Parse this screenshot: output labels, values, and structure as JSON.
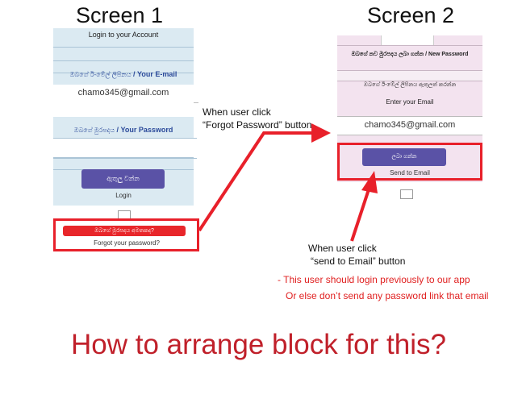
{
  "screen1": {
    "title": "Screen 1",
    "header": "Login to your Account",
    "email_label_si": "ඔබගේ ඊ-මේල් ලිපිනය",
    "email_label_en": " / Your E-mail",
    "email_value": "chamo345@gmail.com",
    "password_label_si": "ඔබගේ මුරපදය",
    "password_label_en": " / Your Password",
    "login_button_si": "ඇතුලු වන්න",
    "login_caption": "Login",
    "forgot_button_si": "ඔබගේ මුරපදය අමතකද?",
    "forgot_caption": "Forgot your password?"
  },
  "screen2": {
    "title": "Screen 2",
    "new_password_label": "ඔබගේ නව මුරපදය ලබා ගන්න / New Password",
    "enter_email_si": "ඔබගේ ඊ-මේල් ලිපිනය ඇතුලත් කරන්න",
    "enter_email_en": "Enter your Email",
    "email_value": "chamo345@gmail.com",
    "send_button_si": "ලබා ගන්න",
    "send_caption": "Send to Email"
  },
  "annotations": {
    "forgot_note_line1": "When user click",
    "forgot_note_line2": "“Forgot Password” button",
    "send_note_line1": "When user click",
    "send_note_line2": "“send to Email” button",
    "condition_line1": "- This user should login previously to our app",
    "condition_line2": "Or else don’t send any password link that email",
    "question": "How to arrange block for this?"
  },
  "colors": {
    "screen1_bg": "#dbeaf2",
    "screen2_bg": "#f3e3ef",
    "button_purple": "#5a52a6",
    "forgot_red": "#e8262a",
    "highlight_red": "#e8202a",
    "question_red": "#c0202a"
  }
}
